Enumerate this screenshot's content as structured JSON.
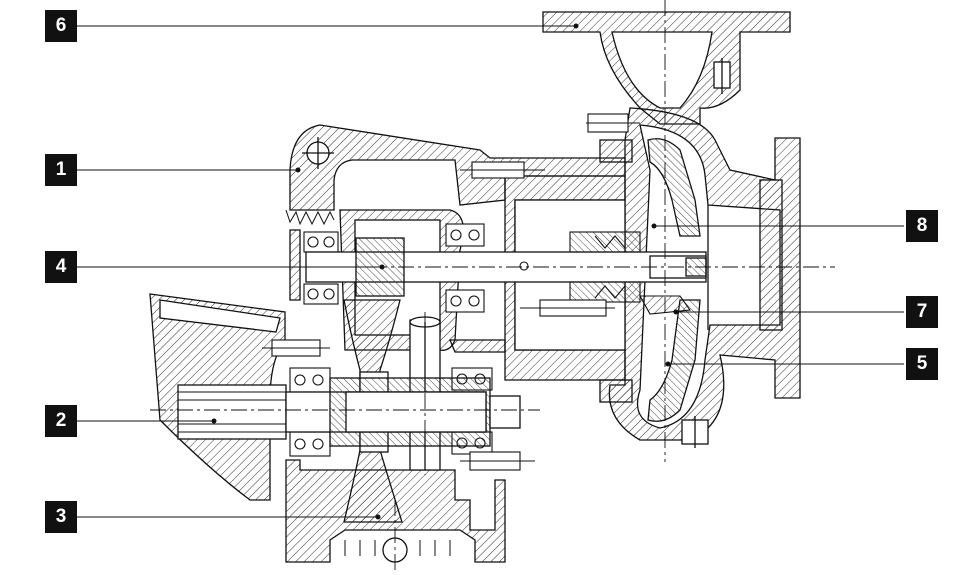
{
  "callouts": [
    {
      "label": "6",
      "target": "discharge-flange"
    },
    {
      "label": "1",
      "target": "bearing-bracket"
    },
    {
      "label": "4",
      "target": "pinion-shaft"
    },
    {
      "label": "2",
      "target": "input-shaft"
    },
    {
      "label": "3",
      "target": "gear-wheel"
    },
    {
      "label": "8",
      "target": "mechanical-seal"
    },
    {
      "label": "7",
      "target": "impeller-nut"
    },
    {
      "label": "5",
      "target": "impeller"
    }
  ],
  "colors": {
    "line": "#111111",
    "hatch": "#333333",
    "badge": "#111111",
    "badge_text": "#ffffff"
  }
}
